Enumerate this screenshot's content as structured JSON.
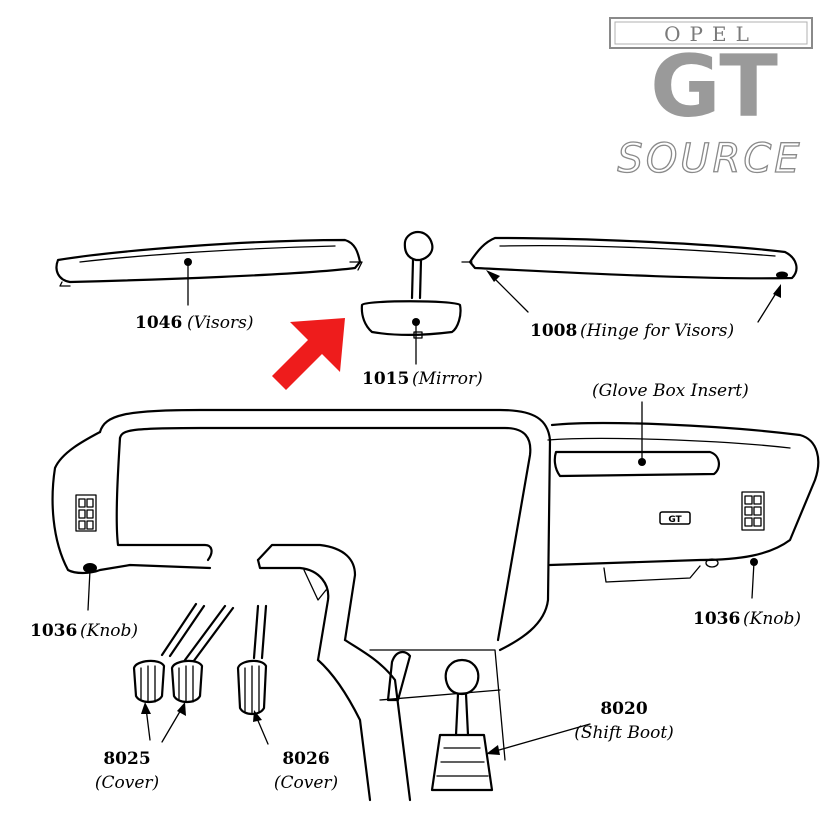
{
  "logo": {
    "brand": "OPEL",
    "model": "GT",
    "subtitle": "SOURCE"
  },
  "callouts": {
    "visors": {
      "number": "1046",
      "desc": "(Visors)"
    },
    "mirror": {
      "number": "1015",
      "desc": "(Mirror)"
    },
    "hinge": {
      "number": "1008",
      "desc": "(Hinge  for Visors)"
    },
    "glove_box": {
      "desc": "(Glove Box Insert)"
    },
    "knob_left": {
      "number": "1036",
      "desc": "(Knob)"
    },
    "knob_right": {
      "number": "1036",
      "desc": "(Knob)"
    },
    "cover_8025": {
      "number": "8025",
      "desc": "(Cover)"
    },
    "cover_8026": {
      "number": "8026",
      "desc": "(Cover)"
    },
    "shift_boot": {
      "number": "8020",
      "desc": "(Shift Boot)"
    }
  },
  "dash_badge": "GT",
  "colors": {
    "highlight_arrow": "#ee1c1c",
    "logo_gray": "#9a9a9a",
    "line": "#000000"
  }
}
